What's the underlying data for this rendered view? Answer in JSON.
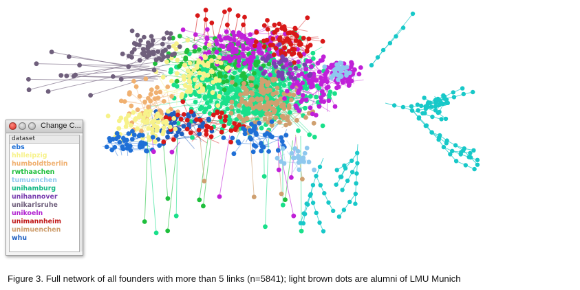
{
  "legend": {
    "window_title": "Change C...",
    "header": "dataset",
    "items": [
      {
        "label": "ebs",
        "color": "#1f6fd6"
      },
      {
        "label": "hhlleipzig",
        "color": "#f7f28a"
      },
      {
        "label": "humboldtberlin",
        "color": "#f0b070"
      },
      {
        "label": "rwthaachen",
        "color": "#1fbf3c"
      },
      {
        "label": "tumuenchen",
        "color": "#8ec8ee"
      },
      {
        "label": "unihamburg",
        "color": "#17b986"
      },
      {
        "label": "unihannover",
        "color": "#7a3fb0"
      },
      {
        "label": "unikarlsruhe",
        "color": "#6f5f7c"
      },
      {
        "label": "unikoeln",
        "color": "#b020d0"
      },
      {
        "label": "unimannheim",
        "color": "#c01818"
      },
      {
        "label": "unimuenchen",
        "color": "#cfa070"
      },
      {
        "label": "whu",
        "color": "#1f5fc0"
      }
    ]
  },
  "network": {
    "node_count": 5841,
    "colors": {
      "ebs": "#1f6fd6",
      "hhlleipzig": "#f7f28a",
      "humboldtberlin": "#f0b070",
      "rwthaachen": "#1fbf3c",
      "tumuenchen": "#8ec8ee",
      "unihamburg": "#19e08a",
      "unihannover": "#7a3fb0",
      "unikarlsruhe": "#6f5f7c",
      "unikoeln": "#c020d8",
      "unimannheim": "#d81818",
      "unimuenchen": "#cfa070",
      "whu": "#1f5fc0",
      "cyan_cluster": "#17c8c8"
    }
  },
  "caption": "Figure 3. Full network of all founders with more than 5 links (n=5841); light brown dots are alumni of LMU Munich"
}
